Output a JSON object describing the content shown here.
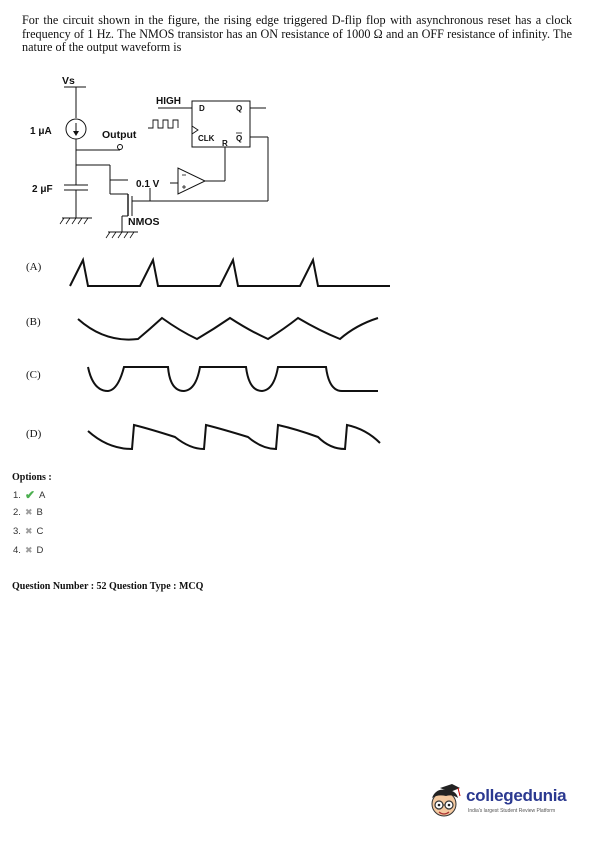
{
  "question": {
    "text": "For the circuit shown in the figure, the rising edge triggered D-flip flop with asynchronous reset has a clock frequency of 1 Hz. The NMOS transistor has an ON resistance of 1000 Ω and an OFF resistance of infinity. The nature of the output waveform is"
  },
  "circuit": {
    "vs_label": "Vs",
    "current_label": "1 μA",
    "output_label": "Output",
    "high_label": "HIGH",
    "cap_label": "2 μF",
    "ref_label": "0.1 V",
    "nmos_label": "NMOS",
    "ff_d": "D",
    "ff_q": "Q",
    "ff_clk": "CLK",
    "ff_r": "R",
    "ff_qbar": "Q"
  },
  "waveform_options": [
    {
      "label": "(A)"
    },
    {
      "label": "(B)"
    },
    {
      "label": "(C)"
    },
    {
      "label": "(D)"
    }
  ],
  "options_heading": "Options :",
  "options": [
    {
      "number": "1.",
      "mark": "correct",
      "letter": "A"
    },
    {
      "number": "2.",
      "mark": "wrong",
      "letter": "B"
    },
    {
      "number": "3.",
      "mark": "wrong",
      "letter": "C"
    },
    {
      "number": "4.",
      "mark": "wrong",
      "letter": "D"
    }
  ],
  "question_meta": "Question Number : 52 Question Type : MCQ",
  "brand": {
    "name": "collegedunia",
    "tagline": "India's largest Student Review Platform"
  }
}
